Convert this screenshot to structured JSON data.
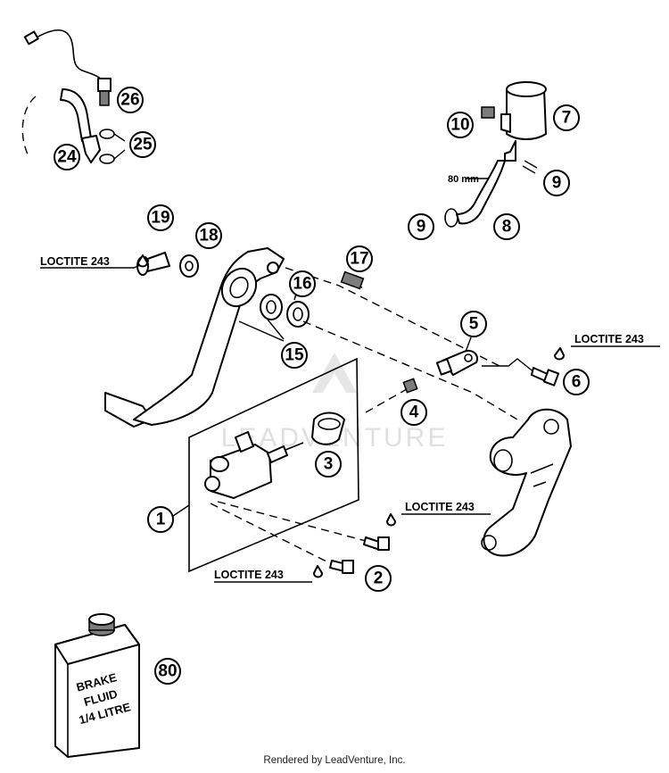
{
  "diagram": {
    "callouts": [
      "1",
      "2",
      "3",
      "4",
      "5",
      "6",
      "7",
      "8",
      "9",
      "9",
      "10",
      "15",
      "16",
      "17",
      "18",
      "19",
      "24",
      "25",
      "26",
      "80"
    ],
    "loctite_label": "LOCTITE 243",
    "hose_length": "80 mm",
    "bottle": [
      "BRAKE",
      "FLUID",
      "1/4 LITRE"
    ],
    "watermark": "LEADVENTURE"
  },
  "footer": {
    "credit": "Rendered by LeadVenture, Inc."
  }
}
